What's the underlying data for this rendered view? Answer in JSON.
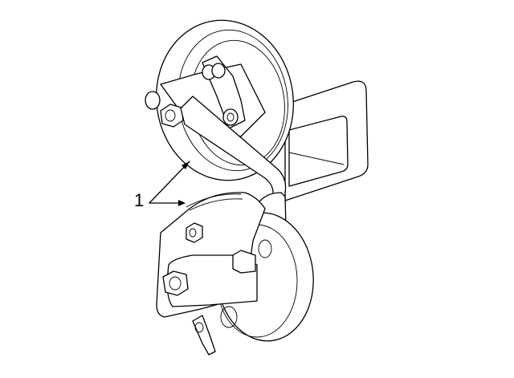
{
  "diagram": {
    "subject": "Horn assembly (dual horns on mounting bracket)",
    "background": "#ffffff",
    "line_color": "#000000",
    "callouts": [
      {
        "label": "1",
        "targets": [
          "upper-horn",
          "lower-horn"
        ]
      }
    ]
  }
}
